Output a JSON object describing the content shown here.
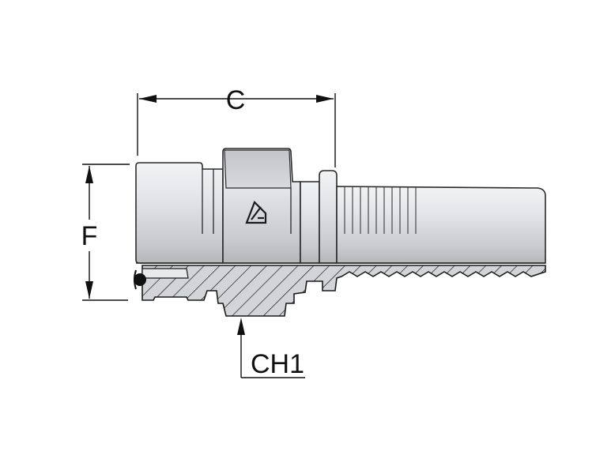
{
  "dimensions": {
    "c_label": "C",
    "f_label": "F",
    "ch1_label": "CH1"
  },
  "colors": {
    "metal_light": "#e6e7ea",
    "metal_mid": "#cdced2",
    "metal_dark": "#a9abb0",
    "section_fill": "#c9cace",
    "outline": "#2a2a2a"
  },
  "logo": {
    "name": "manufacturer-triangle-logo-icon"
  }
}
